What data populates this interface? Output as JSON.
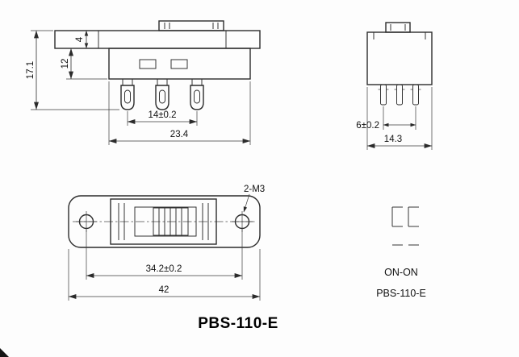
{
  "sheet": {
    "title": "PBS-110-E"
  },
  "front_view": {
    "overall_height": "17.1",
    "body_height": "12",
    "flange_height": "4",
    "terminal_spacing": "14±0.2",
    "body_width": "23.4"
  },
  "side_view": {
    "terminal_spacing": "6±0.2",
    "body_depth": "14.3"
  },
  "top_view": {
    "thread_callout": "2-M3",
    "hole_spacing": "34.2±0.2",
    "overall_length": "42"
  },
  "schematic": {
    "switch_function": "ON-ON",
    "model": "PBS-110-E"
  }
}
